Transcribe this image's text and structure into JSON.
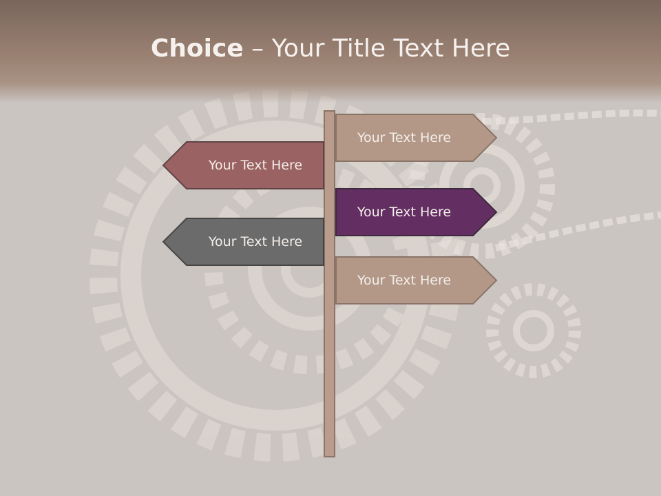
{
  "slide": {
    "title_bold": "Choice",
    "title_rest": " – Your Title Text Here"
  },
  "signs": {
    "right_1": {
      "label": "Your Text Here",
      "color": "#b39888"
    },
    "left_1": {
      "label": "Your Text Here",
      "color": "#9a6262"
    },
    "right_2": {
      "label": "Your Text Here",
      "color": "#632f63"
    },
    "left_2": {
      "label": "Your Text Here",
      "color": "#6b6b6b"
    },
    "right_3": {
      "label": "Your Text Here",
      "color": "#b39888"
    }
  },
  "background_image": "gears-and-chain"
}
